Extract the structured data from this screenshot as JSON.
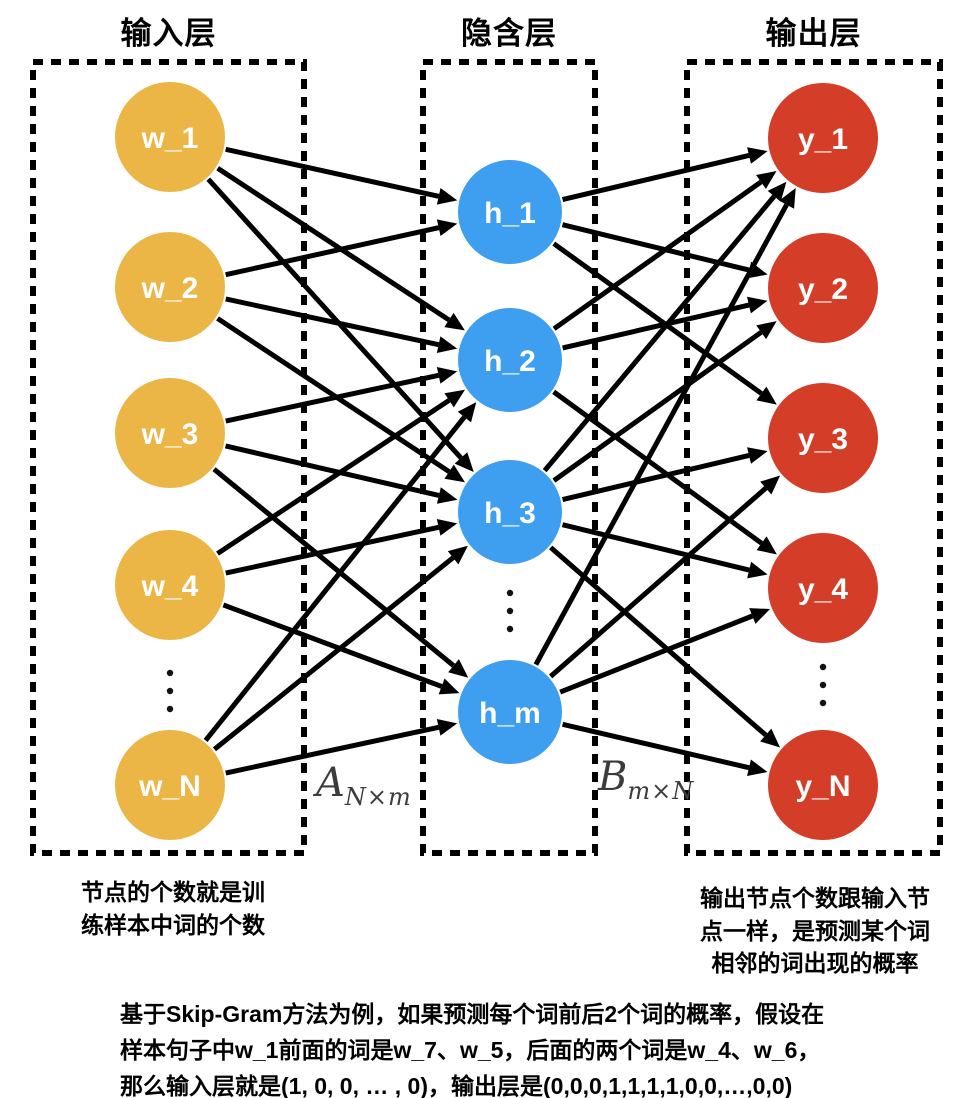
{
  "diagram": {
    "edge_color": "#000000",
    "box_stroke_color": "#000000",
    "layers": [
      {
        "id": "input",
        "title": "输入层",
        "color": "#EBB646",
        "label_color": "#ffffff",
        "nodes": [
          "w_1",
          "w_2",
          "w_3",
          "w_4",
          "w_N"
        ]
      },
      {
        "id": "hidden",
        "title": "隐含层",
        "color": "#3E9EEF",
        "label_color": "#ffffff",
        "nodes": [
          "h_1",
          "h_2",
          "h_3",
          "h_m"
        ]
      },
      {
        "id": "output",
        "title": "输出层",
        "color": "#D43D27",
        "label_color": "#ffffff",
        "nodes": [
          "y_1",
          "y_2",
          "y_3",
          "y_4",
          "y_N"
        ]
      }
    ],
    "edges_input_hidden": [
      [
        "w_1",
        "h_1"
      ],
      [
        "w_1",
        "h_2"
      ],
      [
        "w_1",
        "h_3"
      ],
      [
        "w_2",
        "h_1"
      ],
      [
        "w_2",
        "h_2"
      ],
      [
        "w_2",
        "h_3"
      ],
      [
        "w_3",
        "h_2"
      ],
      [
        "w_3",
        "h_3"
      ],
      [
        "w_3",
        "h_m"
      ],
      [
        "w_4",
        "h_2"
      ],
      [
        "w_4",
        "h_3"
      ],
      [
        "w_4",
        "h_m"
      ],
      [
        "w_N",
        "h_2"
      ],
      [
        "w_N",
        "h_3"
      ],
      [
        "w_N",
        "h_m"
      ]
    ],
    "edges_hidden_output": [
      [
        "h_1",
        "y_1"
      ],
      [
        "h_1",
        "y_2"
      ],
      [
        "h_1",
        "y_3"
      ],
      [
        "h_2",
        "y_1"
      ],
      [
        "h_2",
        "y_2"
      ],
      [
        "h_2",
        "y_4"
      ],
      [
        "h_3",
        "y_1"
      ],
      [
        "h_3",
        "y_2"
      ],
      [
        "h_3",
        "y_3"
      ],
      [
        "h_3",
        "y_4"
      ],
      [
        "h_3",
        "y_N"
      ],
      [
        "h_m",
        "y_1"
      ],
      [
        "h_m",
        "y_3"
      ],
      [
        "h_m",
        "y_4"
      ],
      [
        "h_m",
        "y_N"
      ]
    ]
  },
  "matrix_labels": {
    "a_base": "A",
    "a_sub": "N×m",
    "b_base": "B",
    "b_sub": "m×N"
  },
  "annotations": {
    "input_note": "节点的个数就是训\n练样本中词的个数",
    "output_note": "输出节点个数跟输入节\n点一样，是预测某个词\n相邻的词出现的概率",
    "caption": "基于Skip-Gram方法为例，如果预测每个词前后2个词的概率，假设在\n样本句子中w_1前面的词是w_7、w_5，后面的两个词是w_4、w_6，\n那么输入层就是(1, 0, 0, … , 0)，输出层是(0,0,0,1,1,1,1,0,0,…,0,0)"
  }
}
